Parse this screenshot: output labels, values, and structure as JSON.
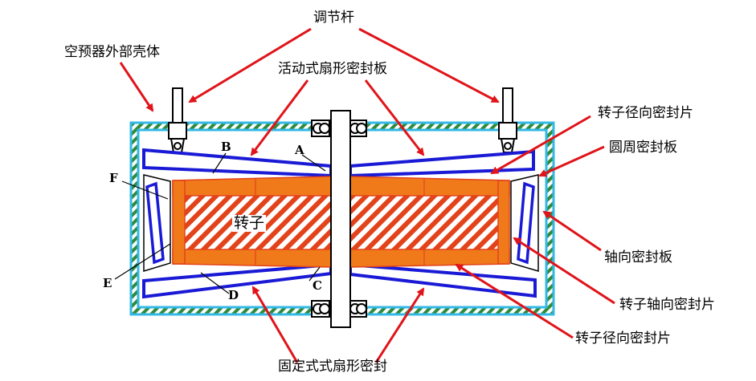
{
  "labels": {
    "adjust_rod": "调节杆",
    "housing": "空预器外部壳体",
    "movable_sector": "活动式扇形密封板",
    "rotor_radial_seal_top": "转子径向密封片",
    "circumferential_seal": "圆周密封板",
    "axial_seal_plate": "轴向密封板",
    "rotor_axial_seal": "转子轴向密封片",
    "rotor_radial_seal_bottom": "转子径向密封片",
    "fixed_sector": "固定式式扇形密封",
    "rotor": "转子"
  },
  "letters": {
    "a": "A",
    "b": "B",
    "c": "C",
    "d": "D",
    "e": "E",
    "f": "F"
  },
  "colors": {
    "housing_outline": "#33b8e6",
    "housing_fill": "#2f8a3a",
    "seal_plate": "#1a1ad6",
    "rotor_orange": "#f07a1a",
    "rotor_hatch": "#e2431a",
    "arrow": "#e0141a"
  }
}
